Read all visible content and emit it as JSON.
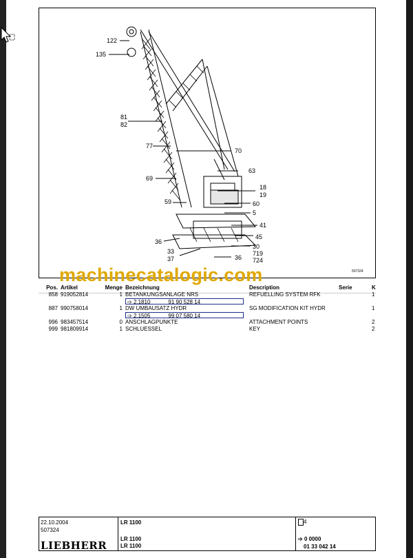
{
  "figure": {
    "callouts": [
      "122",
      "135",
      "81",
      "82",
      "77",
      "70",
      "63",
      "69",
      "18",
      "19",
      "59",
      "60",
      "5",
      "41",
      "45",
      "36",
      "30",
      "33",
      "37",
      "36",
      "719",
      "724"
    ],
    "figure_number": "507324"
  },
  "watermark": "machinecatalogic.com",
  "table": {
    "headers": {
      "pos": "Pos.",
      "artikel": "Artikel",
      "menge": "Menge",
      "bezeichnung": "Bezeichnung",
      "description": "Description",
      "serie": "Serie",
      "k": "K"
    },
    "rows": [
      {
        "pos": "858",
        "artikel": "919052814",
        "menge": "1",
        "bezeichnung": "BETANKUNGSANLAGE NRS",
        "description": "REFUELLING SYSTEM RFK",
        "k": "1",
        "sub": {
          "ref": "2.1810",
          "no": "91 90 528 14"
        }
      },
      {
        "pos": "887",
        "artikel": "990758014",
        "menge": "1",
        "bezeichnung": "DW UMBAUSATZ HYDR",
        "description": "SG MODIFICATION KIT HYDR",
        "k": "1",
        "sub": {
          "ref": "2.1505",
          "no": "99 07 580 14"
        }
      },
      {
        "pos": "996",
        "artikel": "983457514",
        "menge": "0",
        "bezeichnung": "ANSCHLAGPUNKTE",
        "description": "ATTACHMENT POINTS",
        "k": "2"
      },
      {
        "pos": "999",
        "artikel": "981809914",
        "menge": "1",
        "bezeichnung": "SCHLUESSEL",
        "description": "KEY",
        "k": "2"
      }
    ]
  },
  "footer": {
    "date": "22.10.2004",
    "doc": "507324",
    "model1": "LR 1100",
    "model2": "LR 1100",
    "model3": "LR 1100",
    "page": "4",
    "code1": "0 0000",
    "code2": "01 33 042 14",
    "logo": "LIEBHERR"
  }
}
